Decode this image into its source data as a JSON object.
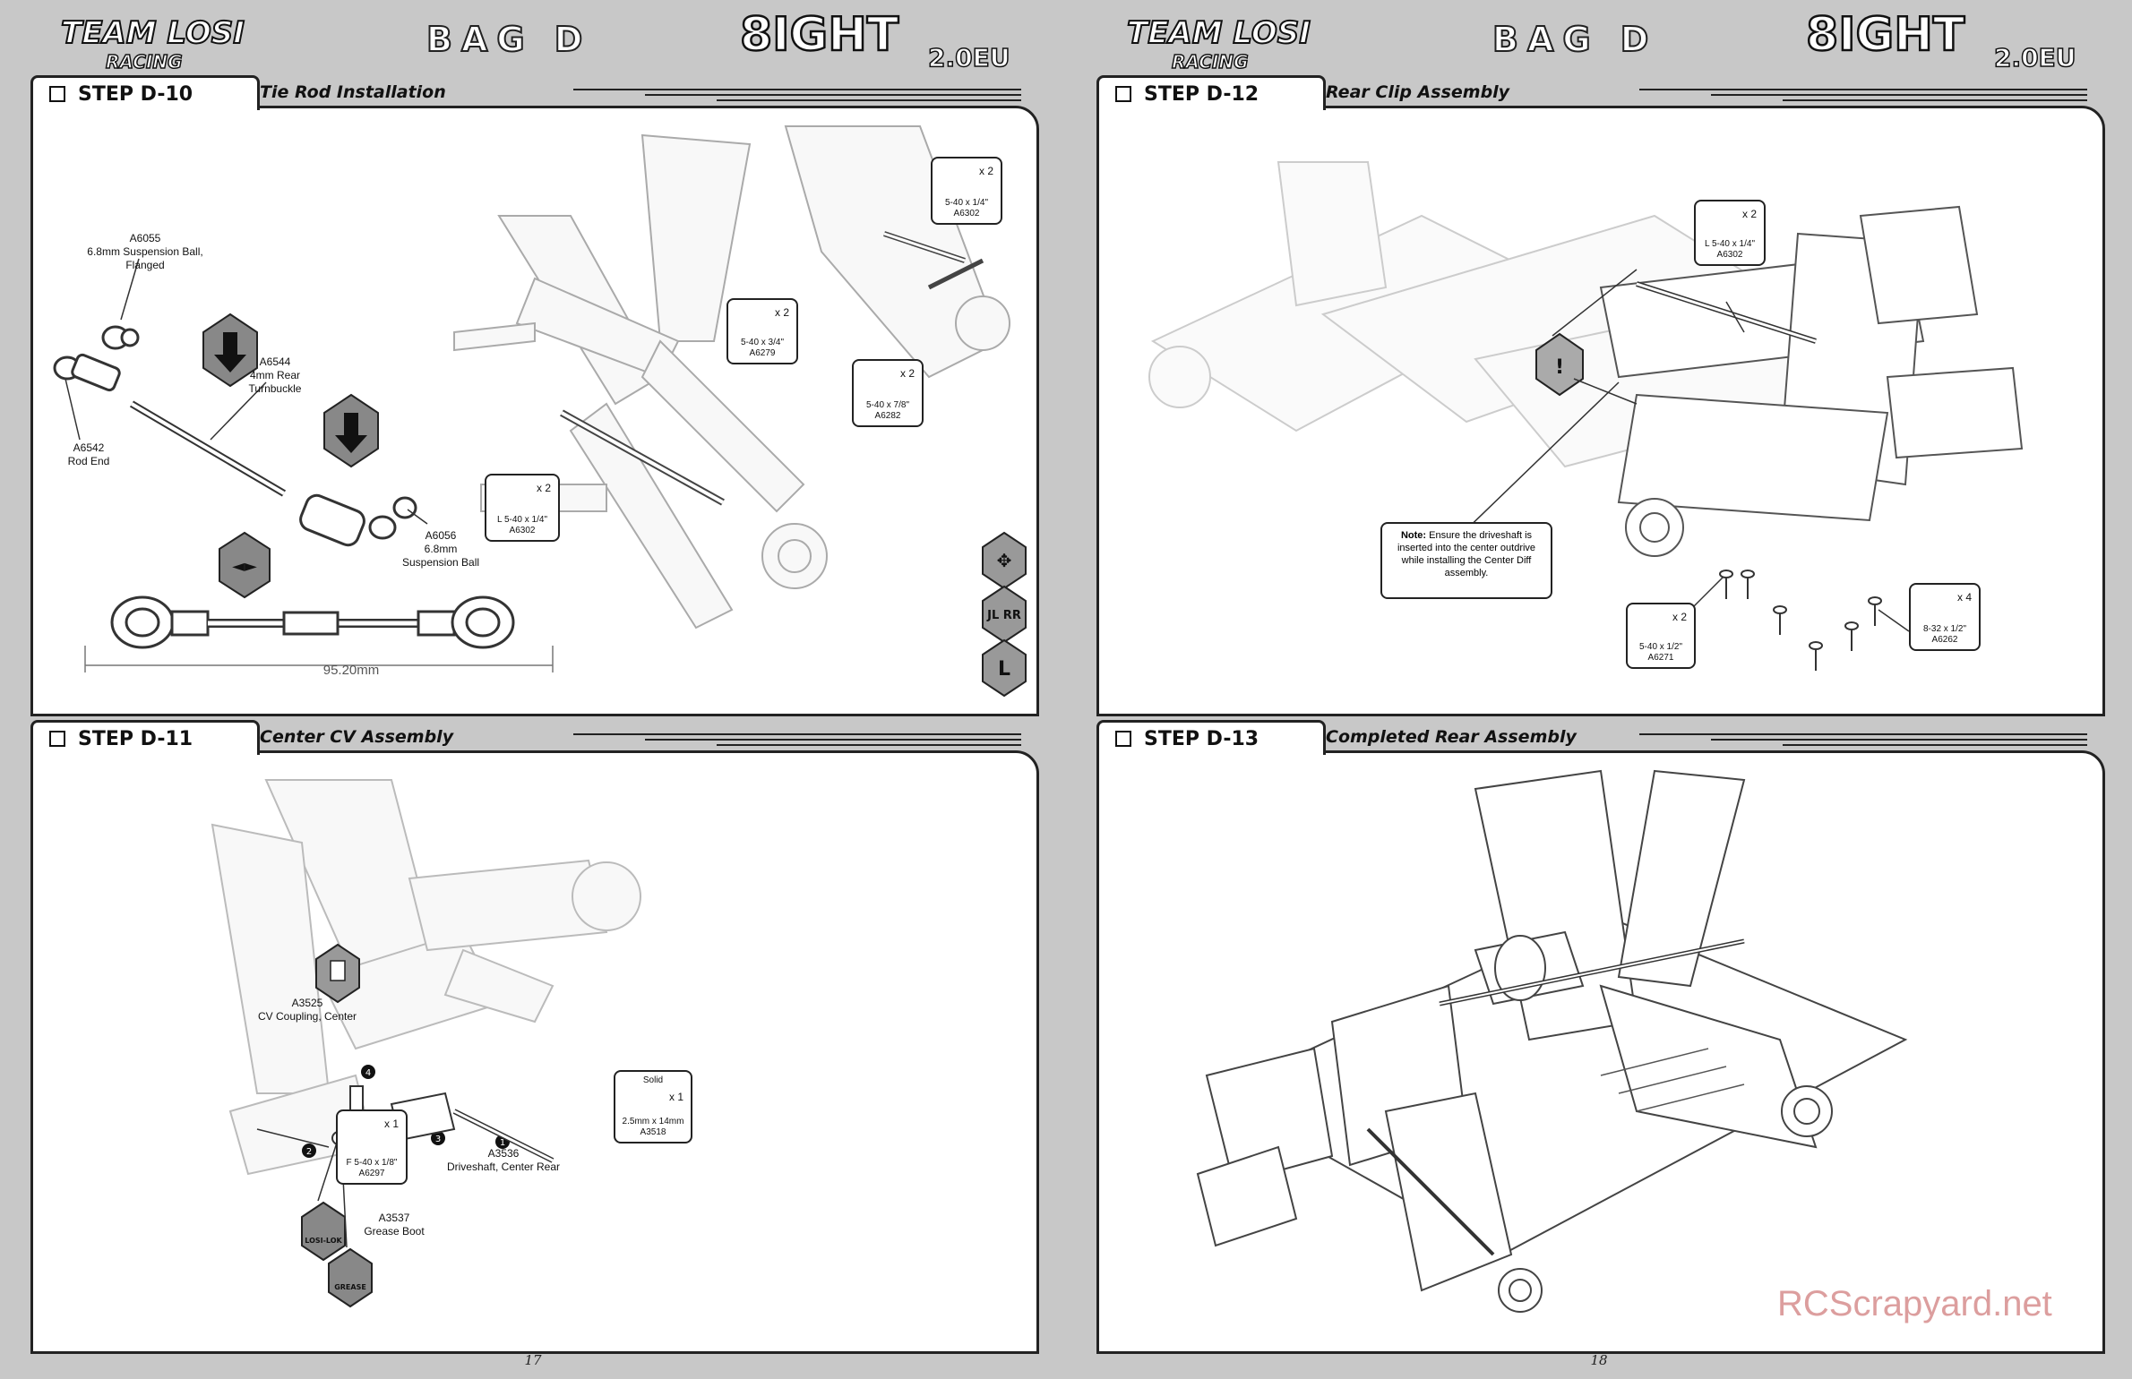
{
  "brand": {
    "logo_text": "TEAM LOSI RACING"
  },
  "watermark": "RCScrapyard.net",
  "pages": [
    {
      "bag": "BAG D",
      "model": "8IGHT 2.0EU",
      "page_number": "17",
      "steps": [
        {
          "step": "STEP D-10",
          "title": "Tie Rod Installation",
          "labels": [
            "A6055\n6.8mm Suspension Ball, Flanged",
            "A6544\n4mm Rear\nTurnbuckle",
            "A6542\nRod End",
            "A6056\n6.8mm\nSuspension Ball"
          ],
          "dimension": "95.20mm",
          "hardware": [
            {
              "qty": "x 2",
              "spec": "5-40 x 3/4\"",
              "part": "A6279"
            },
            {
              "qty": "x 2",
              "spec": "L 5-40 x 1/4\"",
              "part": "A6302"
            },
            {
              "qty": "x 2",
              "spec": "5-40 x 1/4\"",
              "part": "A6302"
            },
            {
              "qty": "x 2",
              "spec": "5-40 x 7/8\"",
              "part": "A6282"
            }
          ],
          "side_icons": [
            "move-icon",
            "JL RR",
            "L"
          ]
        },
        {
          "step": "STEP D-11",
          "title": "Center CV Assembly",
          "labels": [
            "A3525\nCV Coupling, Center",
            "A3536\nDriveshaft, Center Rear",
            "A3537\nGrease Boot"
          ],
          "hardware": [
            {
              "qty": "x 1",
              "spec": "F 5-40 x 1/8\"",
              "part": "A6297"
            },
            {
              "qty": "x 1",
              "spec": "2.5mm x 14mm",
              "part": "A3518",
              "head": "Solid"
            }
          ],
          "step_numbers": [
            "1",
            "2",
            "3",
            "4"
          ],
          "callouts": [
            "LOSI-LOK",
            "GREASE"
          ]
        }
      ]
    },
    {
      "bag": "BAG D",
      "model": "8IGHT 2.0EU",
      "page_number": "18",
      "steps": [
        {
          "step": "STEP D-12",
          "title": "Rear Clip Assembly",
          "note_bold": "Note:",
          "note": "Ensure the driveshaft is inserted into the center outdrive while installing the Center Diff assembly.",
          "hardware": [
            {
              "qty": "x 2",
              "spec": "L 5-40 x 1/4\"",
              "part": "A6302"
            },
            {
              "qty": "x 2",
              "spec": "5-40 x 1/2\"",
              "part": "A6271"
            },
            {
              "qty": "x 4",
              "spec": "8-32 x 1/2\"",
              "part": "A6262"
            }
          ]
        },
        {
          "step": "STEP D-13",
          "title": "Completed Rear Assembly"
        }
      ]
    }
  ]
}
